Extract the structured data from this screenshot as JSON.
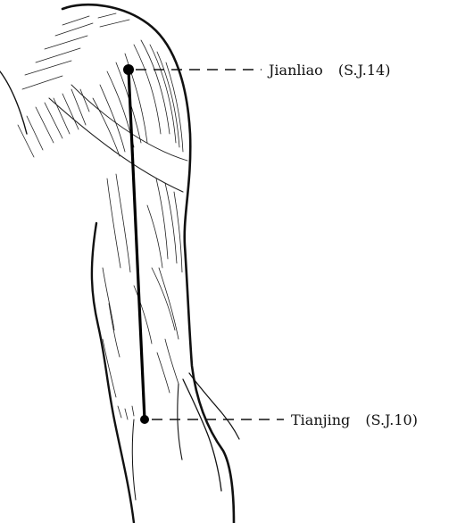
{
  "points": [
    {
      "name": "Jianliao",
      "code": "(S.J.14)"
    },
    {
      "name": "Tianjing",
      "code": "(S.J.10)"
    }
  ],
  "ink_color": "#111111"
}
